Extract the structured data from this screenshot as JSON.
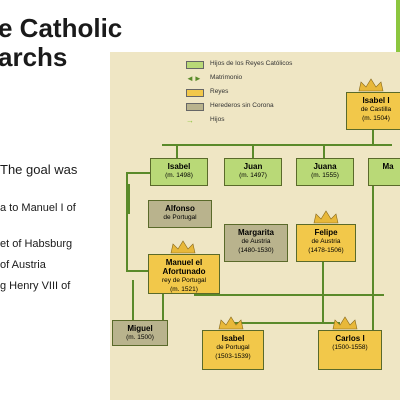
{
  "slide": {
    "title_line1": "e Catholic",
    "title_line2": "archs",
    "bullets": [
      "The goal was",
      "a  to Manuel  I of",
      "et  of Habsburg",
      "of Austria",
      "g Henry  VIII of"
    ],
    "accent_color": "#8cc63f"
  },
  "legend": [
    {
      "label": "Hijos de los Reyes Católicos",
      "color": "#b9d977"
    },
    {
      "label": "Matrimonio",
      "color": "#5a8a2a"
    },
    {
      "label": "Reyes",
      "color": "#f2c84a"
    },
    {
      "label": "Herederos sin Corona",
      "color": "#b9b38d"
    },
    {
      "label": "Hijos",
      "color": "#8cc63f"
    }
  ],
  "people": {
    "isabel_i": {
      "name": "Isabel I",
      "sub": "de Castilla",
      "date": "(m. 1504)"
    },
    "isabel": {
      "name": "Isabel",
      "date": "(m. 1498)"
    },
    "juan": {
      "name": "Juan",
      "date": "(m. 1497)"
    },
    "juana": {
      "name": "Juana",
      "date": "(m. 1555)"
    },
    "ma": {
      "name": "Ma"
    },
    "alfonso": {
      "name": "Alfonso",
      "sub": "de Portugal"
    },
    "margarita": {
      "name": "Margarita",
      "sub": "de Austria",
      "date": "(1480-1530)"
    },
    "felipe": {
      "name": "Felipe",
      "sub": "de Austria",
      "date": "(1478-1506)"
    },
    "manuel": {
      "name": "Manuel el Afortunado",
      "sub": "rey de Portugal",
      "date": "(m. 1521)"
    },
    "miguel": {
      "name": "Miguel",
      "date": "(m. 1500)"
    },
    "isabel_portugal": {
      "name": "Isabel",
      "sub": "de Portugal",
      "date": "(1503-1539)"
    },
    "carlos": {
      "name": "Carlos I",
      "date": "(1500-1558)"
    }
  }
}
